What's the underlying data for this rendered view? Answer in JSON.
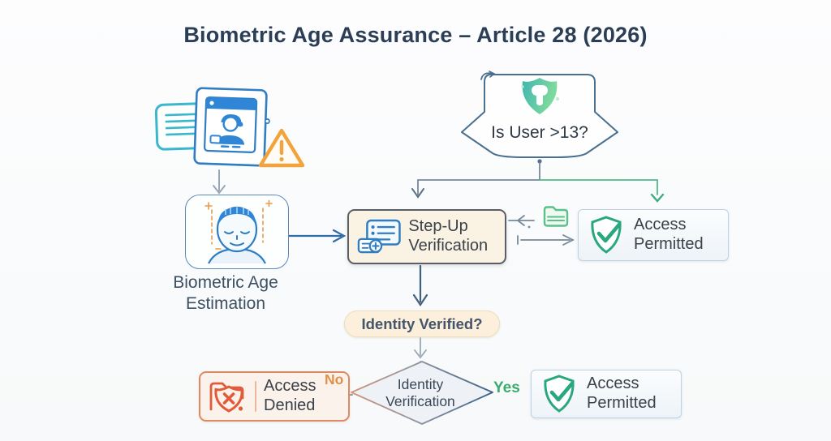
{
  "title": "Biometric Age Assurance – Article 28 (2026)",
  "nodes": {
    "biometric_label": "Biometric Age Estimation",
    "age_gate_label": "Is User >13?",
    "step_up_label": "Step-Up Verification",
    "access_permitted_top_label": "Access Permitted",
    "identity_check_label": "Identity Verified?",
    "decision_label": "Identity Verification",
    "access_denied_label": "Access Denied",
    "access_permitted_bottom_label": "Access Permitted"
  },
  "edges": {
    "no_label": "No",
    "yes_label": "Yes"
  },
  "colors": {
    "title_text": "#2c3e55",
    "primary_blue": "#2f7dc2",
    "teal": "#3ab7cd",
    "warning_orange": "#f2a33c",
    "success_green": "#2aa77f",
    "folder_green": "#5cc08a",
    "denied_red": "#e05b3a",
    "cream_fill": "#faf3e3",
    "pill_fill": "#fcf0dd",
    "permitted_fill": "#eef3f8",
    "denied_fill": "#fcf2ec",
    "no_label_color": "#df8f4a",
    "yes_label_color": "#3bab6e"
  }
}
